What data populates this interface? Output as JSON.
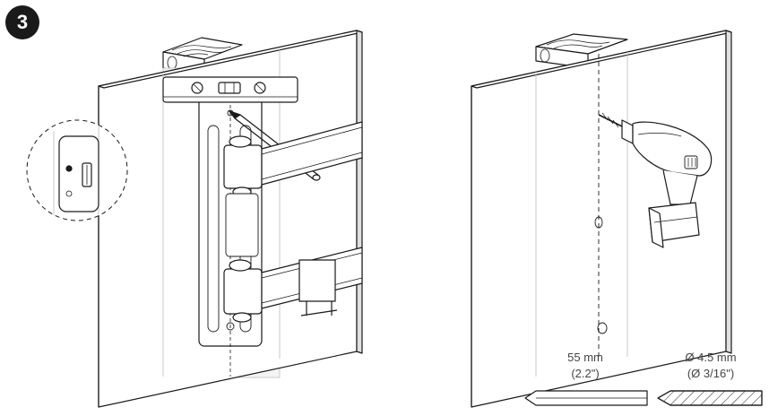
{
  "step": {
    "number": "3"
  },
  "dimensions": {
    "depth": {
      "metric": "55 mm",
      "imperial": "(2.2\")"
    },
    "diameter": {
      "metric": "Ø 4.5 mm",
      "imperial": "(Ø 3/16\")"
    }
  },
  "colors": {
    "line": "#1a1a1a",
    "wood": "#d7d7d7",
    "wall_face": "#ffffff",
    "hidden": "#e8e8e8"
  },
  "icons": [
    "drill-icon",
    "spirit-level-icon",
    "pencil-icon",
    "drill-bit-icon"
  ]
}
